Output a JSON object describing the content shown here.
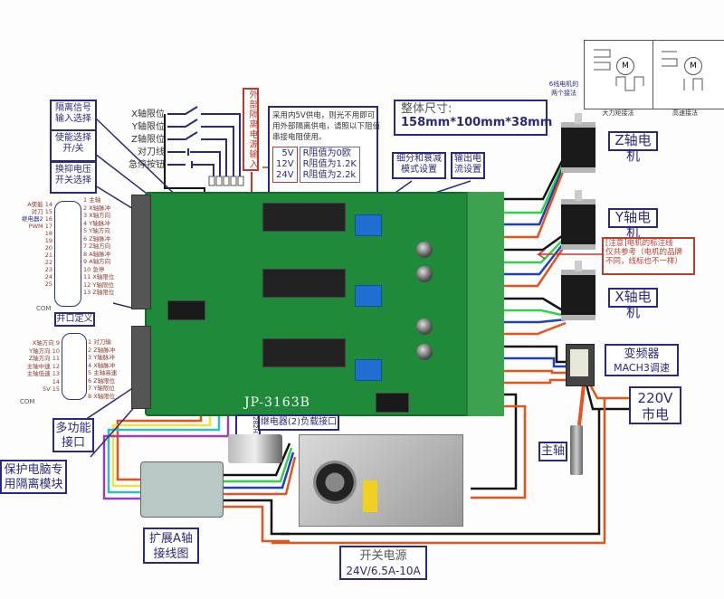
{
  "board": {
    "model": "JP-3163B",
    "relay_port_label": "继电器(2)负载接口",
    "relay_pins": [
      "2B",
      "2H",
      "2A"
    ]
  },
  "labels": {
    "isolation_signal": "隔离信号\n输入选择",
    "enable_select": "使能选择\n开/关",
    "pump_voltage": "换抑电压\n开关选择",
    "port_definition": "并口定义",
    "multifunction": "多功能\n接口",
    "isolation_module": "保护电脑专\n用隔离模块",
    "expand_a_axis": "扩展A轴\n接线图",
    "microstep": "细分和衰减\n模式设置",
    "output_current": "输出电\n流设置",
    "external_power": "外部隔离电源输入",
    "dimensions_title": "整体尺寸:",
    "dimensions_value": "158mm*100mm*38mm",
    "z_motor": "Z轴电机",
    "y_motor": "Y轴电机",
    "x_motor": "X轴电机",
    "note": "[注意]电机的标注线\n仅共参考（电机的品牌\n不同，线标也不一样）",
    "vfd": "变频器",
    "vfd_sub": "MACH3调速",
    "mains": "220V",
    "mains_sub": "市电",
    "spindle": "主轴",
    "psu": "开关电源",
    "psu_sub": "24V/6.5A-10A"
  },
  "power_note": {
    "text": "采用内5V供电，则光不用即可\n用外部隔离供电，请照以下阻值\n串接电阻使用。",
    "rows": [
      {
        "voltage": "5V",
        "resistor": "R阻值为0欧"
      },
      {
        "voltage": "12V",
        "resistor": "R阻值为1.2K"
      },
      {
        "voltage": "24V",
        "resistor": "R阻值为2.2k"
      }
    ]
  },
  "switches": [
    "X轴限位",
    "Y轴限位",
    "Z轴限位",
    "对刀线",
    "急停按钮"
  ],
  "wiring_diagram": {
    "caption_left": "大力矩接法",
    "caption_right": "高速接法",
    "side_note": "6线电机的\n两个接法",
    "motor_symbol": "M"
  },
  "db25": {
    "left_pins": [
      {
        "pin": "14",
        "name": "A使能"
      },
      {
        "pin": "15",
        "name": "对刀"
      },
      {
        "pin": "16",
        "name": "继电器2"
      },
      {
        "pin": "17",
        "name": "PWM"
      },
      {
        "pin": "18",
        "name": ""
      },
      {
        "pin": "19",
        "name": ""
      },
      {
        "pin": "20",
        "name": ""
      },
      {
        "pin": "21",
        "name": ""
      },
      {
        "pin": "22",
        "name": ""
      },
      {
        "pin": "23",
        "name": ""
      },
      {
        "pin": "24",
        "name": ""
      },
      {
        "pin": "25",
        "name": ""
      }
    ],
    "right_pins": [
      {
        "pin": "1",
        "name": "主轴"
      },
      {
        "pin": "2",
        "name": "X轴脉冲"
      },
      {
        "pin": "3",
        "name": "X轴方向"
      },
      {
        "pin": "4",
        "name": "Y轴脉冲"
      },
      {
        "pin": "5",
        "name": "Y轴方向"
      },
      {
        "pin": "6",
        "name": "Z轴脉冲"
      },
      {
        "pin": "7",
        "name": "Z轴方向"
      },
      {
        "pin": "8",
        "name": "A轴脉冲"
      },
      {
        "pin": "9",
        "name": "A轴方向"
      },
      {
        "pin": "10",
        "name": "急停"
      },
      {
        "pin": "11",
        "name": "X轴限位"
      },
      {
        "pin": "12",
        "name": "Y轴限位"
      },
      {
        "pin": "13",
        "name": "Z轴限位"
      }
    ],
    "ground": "COM"
  },
  "db15": {
    "left_pins": [
      {
        "pin": "9",
        "name": "X轴方向"
      },
      {
        "pin": "10",
        "name": "Y轴方向"
      },
      {
        "pin": "11",
        "name": "Z轴方向"
      },
      {
        "pin": "12",
        "name": "主轴中速"
      },
      {
        "pin": "13",
        "name": "主轴低速"
      },
      {
        "pin": "14",
        "name": ""
      },
      {
        "pin": "15",
        "name": "5V"
      }
    ],
    "right_pins": [
      {
        "pin": "1",
        "name": "对刀输"
      },
      {
        "pin": "2",
        "name": "Z轴脉冲"
      },
      {
        "pin": "3",
        "name": "Y轴脉冲"
      },
      {
        "pin": "4",
        "name": "X轴脉冲"
      },
      {
        "pin": "5",
        "name": "主轴高速"
      },
      {
        "pin": "6",
        "name": "Z轴限位"
      },
      {
        "pin": "7",
        "name": "Y轴限位"
      },
      {
        "pin": "8",
        "name": "X轴限位"
      }
    ],
    "ground": "COM"
  },
  "colors": {
    "label_border": "#2a2a7a",
    "note_red": "#c0392b",
    "wire_orange": "#e4541b",
    "wire_green": "#35d04a",
    "wire_blue": "#1f3fbf",
    "wire_black": "#111111",
    "pcb_green": "#1f8a3a"
  }
}
